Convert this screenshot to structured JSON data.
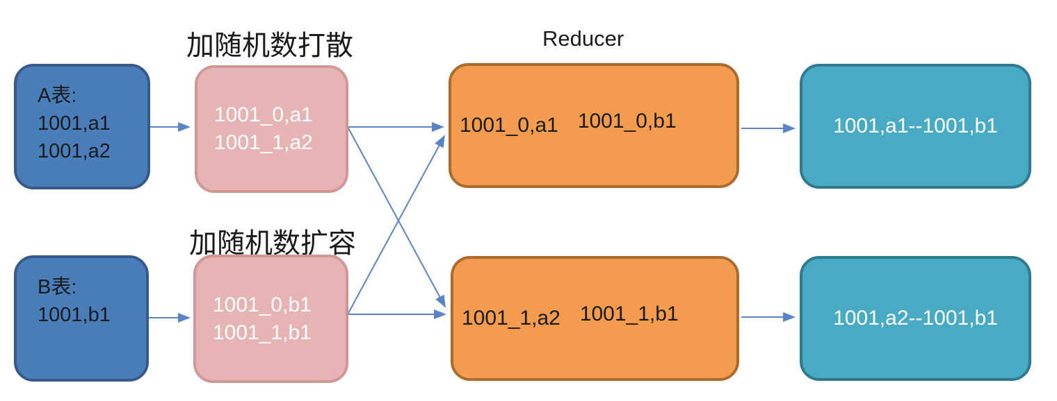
{
  "colors": {
    "blue-fill": "#4A7EBB",
    "blue-border": "#38598C",
    "pink-fill": "#E5B4B3",
    "pink-border": "#D29795",
    "orange-fill": "#F49C4E",
    "orange-border": "#AC6B2D",
    "teal-fill": "#49AAC3",
    "teal-border": "#2E7A90",
    "arrow": "#5B84C6",
    "text-dark": "#1A1A1A",
    "text-light": "#FFFFFF"
  },
  "headings": {
    "scatter": "加随机数打散",
    "reducer": "Reducer",
    "expand": "加随机数扩容"
  },
  "nodes": {
    "table_a": {
      "lines": [
        "A表:",
        "1001,a1",
        "1001,a2"
      ]
    },
    "table_b": {
      "lines": [
        "B表:",
        "1001,b1"
      ]
    },
    "scatter_a": {
      "lines": [
        "1001_0,a1",
        "1001_1,a2"
      ]
    },
    "expand_b": {
      "lines": [
        "1001_0,b1",
        "1001_1,b1"
      ]
    },
    "reducer_0": {
      "left": "1001_0,a1",
      "right": "1001_0,b1"
    },
    "reducer_1": {
      "left": "1001_1,a2",
      "right": "1001_1,b1"
    },
    "result_0": {
      "text": "1001,a1--1001,b1"
    },
    "result_1": {
      "text": "1001,a2--1001,b1"
    }
  }
}
